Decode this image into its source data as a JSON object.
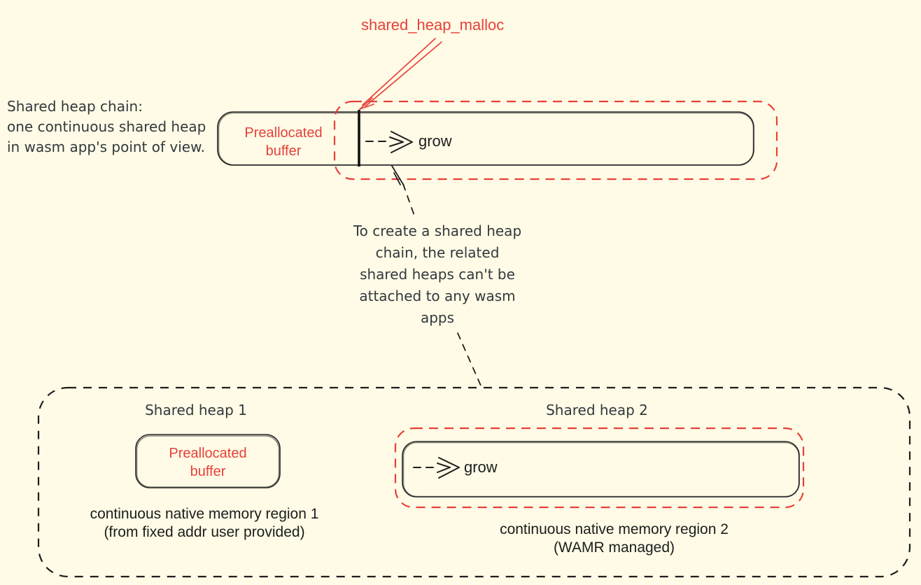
{
  "colors": {
    "background": "#FFFBE6",
    "accent_red": "#E8403A",
    "ink": "#1E1E1E",
    "soft_ink": "#33383D"
  },
  "top": {
    "malloc_label": "shared_heap_malloc",
    "note": "Shared heap chain:\none continuous shared heap\nin wasm app's point of view.",
    "preallocated_label": "Preallocated\nbuffer",
    "grow_label": "grow"
  },
  "middle": {
    "note": "To create a shared heap\nchain, the related\nshared heaps can't be\nattached to any wasm\napps"
  },
  "bottom": {
    "heap1": {
      "title": "Shared heap 1",
      "preallocated_label": "Preallocated\nbuffer",
      "caption": "continuous native memory region 1\n(from fixed addr user provided)"
    },
    "heap2": {
      "title": "Shared heap 2",
      "grow_label": "grow",
      "caption": "continuous native memory region 2\n(WAMR managed)"
    }
  }
}
